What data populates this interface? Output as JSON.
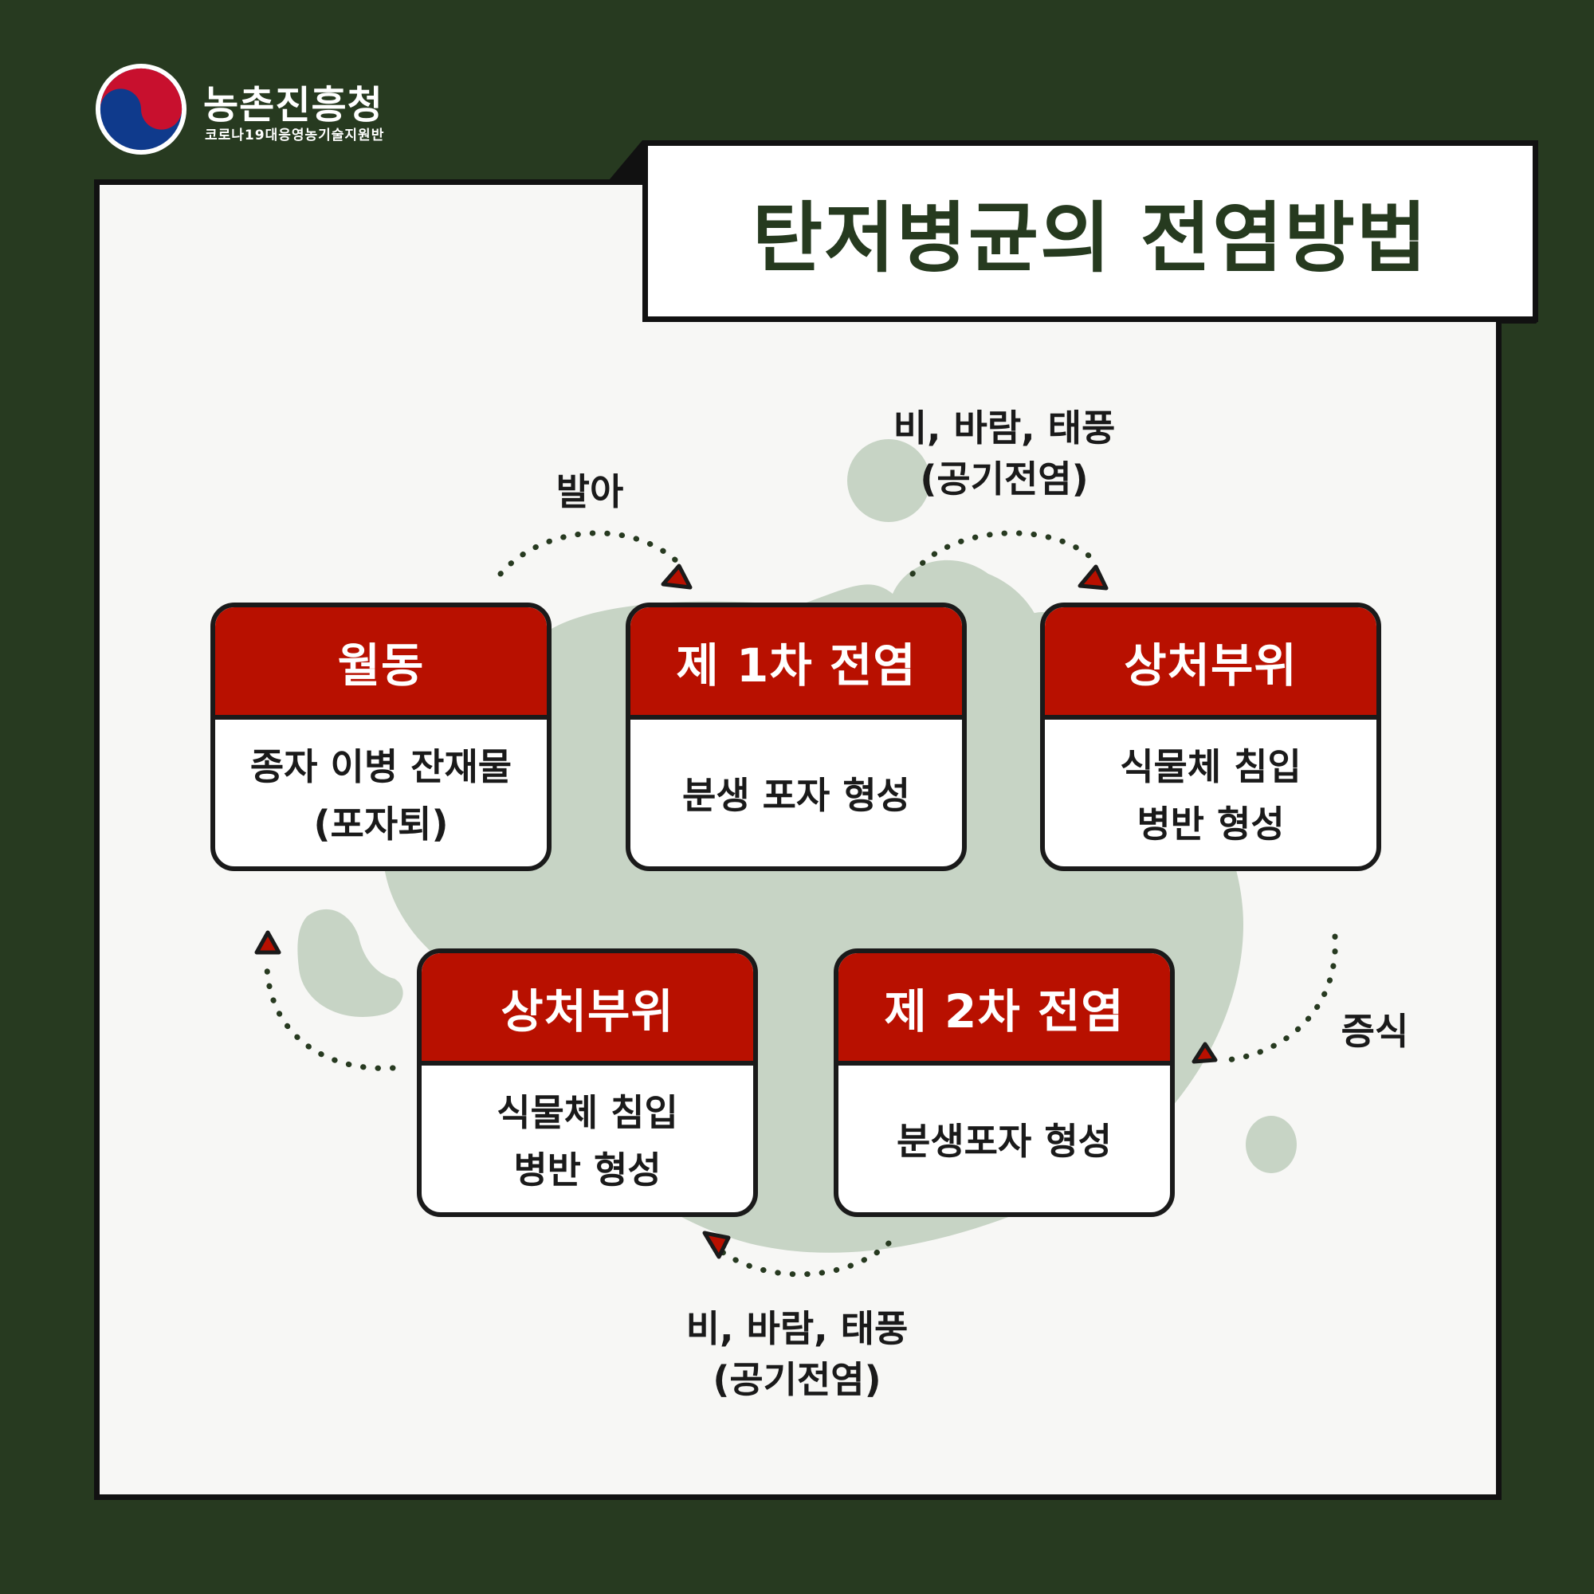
{
  "header": {
    "org_name": "농촌진흥청",
    "org_subtitle": "코로나19대응영농기술지원반"
  },
  "title": "탄저병균의 전염방법",
  "colors": {
    "background": "#273a20",
    "panel": "#f7f7f5",
    "card_header": "#b81000",
    "blob": "#c7d4c5",
    "title_text": "#263a1f"
  },
  "cards": [
    {
      "title": "월동",
      "lines": [
        "종자 이병 잔재물",
        "(포자퇴)"
      ]
    },
    {
      "title": "제 1차 전염",
      "lines": [
        "분생 포자 형성"
      ]
    },
    {
      "title": "상처부위",
      "lines": [
        "식물체 침입",
        "병반 형성"
      ]
    },
    {
      "title": "상처부위",
      "lines": [
        "식물체 침입",
        "병반 형성"
      ]
    },
    {
      "title": "제 2차 전염",
      "lines": [
        "분생포자 형성"
      ]
    }
  ],
  "flow_labels": {
    "sprout": "발아",
    "air_top_line1": "비, 바람, 태풍",
    "air_top_line2": "(공기전염)",
    "multiply": "증식",
    "air_bottom_line1": "비, 바람, 태풍",
    "air_bottom_line2": "(공기전염)"
  },
  "icons": {
    "logo": "taegeuk-emblem-icon",
    "arrow_head": "triangle-arrow-icon"
  }
}
